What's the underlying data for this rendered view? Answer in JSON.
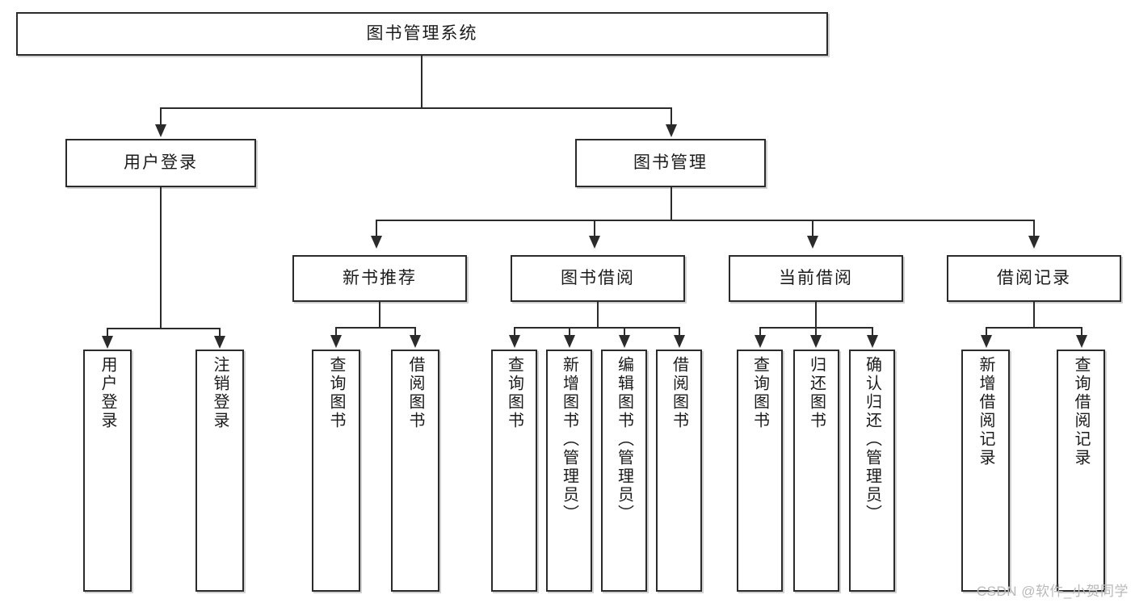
{
  "diagram": {
    "type": "tree",
    "title": "图书管理系统",
    "watermark": "CSDN @软件_小贺同学",
    "nodes": {
      "root": {
        "label": "图书管理系统"
      },
      "level2": [
        {
          "id": "user-login",
          "label": "用户登录"
        },
        {
          "id": "book-management",
          "label": "图书管理"
        }
      ],
      "level3": [
        {
          "id": "new-book-recommend",
          "label": "新书推荐"
        },
        {
          "id": "book-borrow",
          "label": "图书借阅"
        },
        {
          "id": "current-borrow",
          "label": "当前借阅"
        },
        {
          "id": "borrow-record",
          "label": "借阅记录"
        }
      ],
      "leaves": {
        "user_login": [
          {
            "id": "leaf-user-login",
            "label": "用户登录"
          },
          {
            "id": "leaf-logout-login",
            "label": "注销登录"
          }
        ],
        "new_book_recommend": [
          {
            "id": "leaf-query-book-1",
            "label": "查询图书"
          },
          {
            "id": "leaf-borrow-book-1",
            "label": "借阅图书"
          }
        ],
        "book_borrow": [
          {
            "id": "leaf-query-book-2",
            "label": "查询图书"
          },
          {
            "id": "leaf-add-book-admin",
            "label": "新增图书（管理员）"
          },
          {
            "id": "leaf-edit-book-admin",
            "label": "编辑图书（管理员）"
          },
          {
            "id": "leaf-borrow-book-2",
            "label": "借阅图书"
          }
        ],
        "current_borrow": [
          {
            "id": "leaf-query-book-3",
            "label": "查询图书"
          },
          {
            "id": "leaf-return-book",
            "label": "归还图书"
          },
          {
            "id": "leaf-confirm-return-admin",
            "label": "确认归还（管理员）"
          }
        ],
        "borrow_record": [
          {
            "id": "leaf-add-borrow-record",
            "label": "新增借阅记录"
          },
          {
            "id": "leaf-query-borrow-record",
            "label": "查询借阅记录"
          }
        ]
      }
    },
    "colors": {
      "stroke": "#2b2b2b",
      "fill": "#ffffff",
      "text": "#1b1b1b",
      "watermark": "#b9b9b9"
    }
  }
}
